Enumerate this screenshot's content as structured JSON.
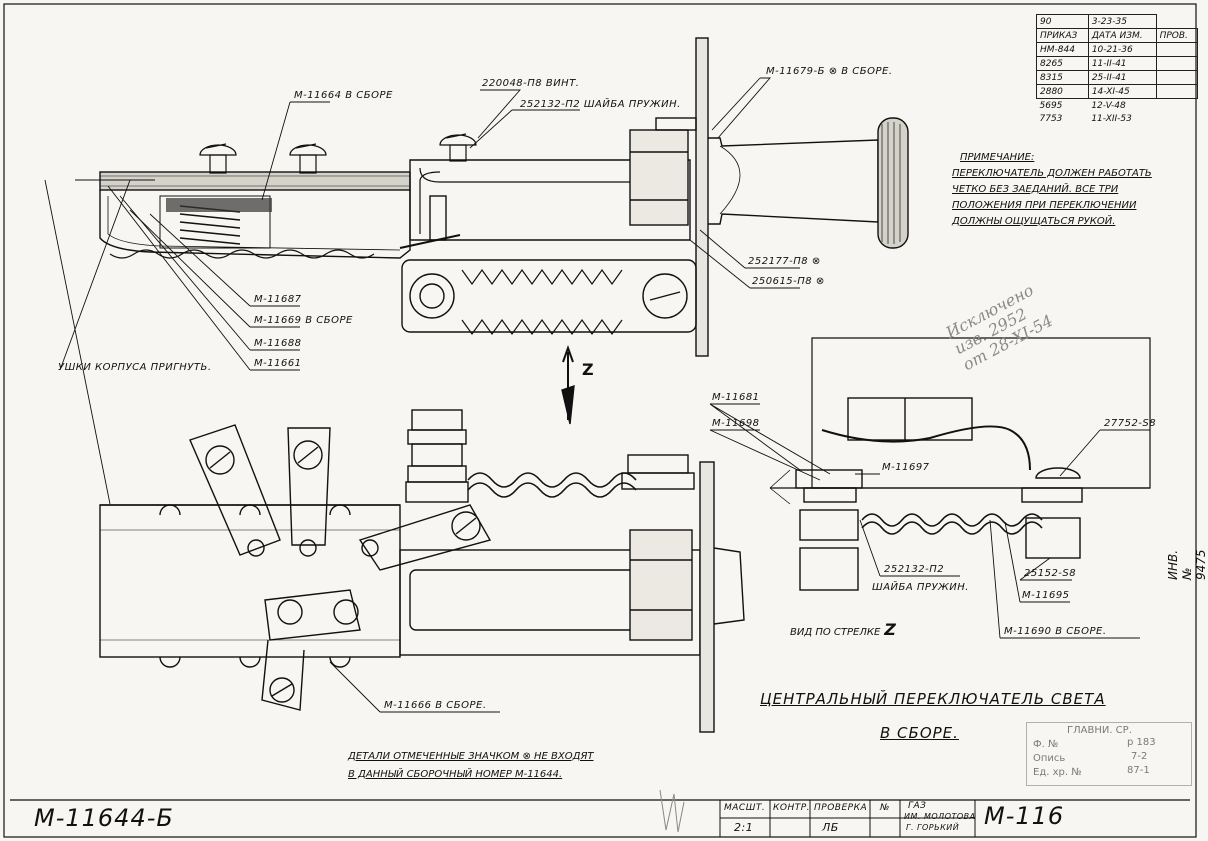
{
  "revisions": {
    "top_row": [
      "90",
      "3-23-35"
    ],
    "headers": [
      "ПРИКАЗ",
      "ДАТА ИЗМ.",
      "ПРОВ."
    ],
    "rows": [
      [
        "НМ-844",
        "10-21-36"
      ],
      [
        "8265",
        "11-II-41"
      ],
      [
        "8315",
        "25-II-41"
      ],
      [
        "2880",
        "14-XI-45"
      ],
      [
        "5695",
        "12-V-48"
      ],
      [
        "7753",
        "11-XII-53"
      ]
    ]
  },
  "note": {
    "heading": "ПРИМЕЧАНИЕ:",
    "lines": [
      "ПЕРЕКЛЮЧАТЕЛЬ ДОЛЖЕН РАБОТАТЬ",
      "ЧЕТКО БЕЗ ЗАЕДАНИЙ. ВСЕ ТРИ",
      "ПОЛОЖЕНИЯ ПРИ ПЕРЕКЛЮЧЕНИИ",
      "ДОЛЖНЫ ОЩУЩАТЬСЯ РУКОЙ."
    ]
  },
  "callouts": {
    "c_220048": "220048-П8 ВИНТ.",
    "c_252132_top": "252132-П2 ШАЙБА ПРУЖИН.",
    "c_m11679": "М-11679-Б ⊗ В СБОРЕ.",
    "c_m11664": "М-11664 В СБОРЕ",
    "c_252177": "252177-П8 ⊗",
    "c_250615": "250615-П8 ⊗",
    "c_m11687": "М-11687",
    "c_m11669": "М-11669 В СБОРЕ",
    "c_m11688": "М-11688",
    "c_m11661": "М-11661",
    "c_ushki": "УШКИ КОРПУСА ПРИГНУТЬ.",
    "c_m11681": "М-11681",
    "c_m11698": "М-11698",
    "c_m11697": "М-11697",
    "c_27752": "27752-S8",
    "c_252132_bottom": "252132-П2",
    "c_shayba": "ШАЙБА ПРУЖИН.",
    "c_25152": "25152-S8",
    "c_m11695": "М-11695",
    "c_m11690": "М-11690 В СБОРЕ.",
    "c_m11666": "М-11666 В СБОРЕ."
  },
  "view_arrow_letter": "Z",
  "view_label": "ВИД ПО СТРЕЛКЕ",
  "view_letter": "Z",
  "title": {
    "line1": "ЦЕНТРАЛЬНЫЙ ПЕРЕКЛЮЧАТЕЛЬ СВЕТА",
    "line2": "В СБОРЕ."
  },
  "footnote": {
    "line1": "ДЕТАЛИ ОТМЕЧЕННЫЕ ЗНАЧКОМ ⊗ НЕ ВХОДЯТ",
    "line2": "В ДАННЫЙ СБОРОЧНЫЙ НОМЕР М-11644."
  },
  "handwritten": {
    "line1": "Исключено",
    "line2": "изв. 2952",
    "line3": "от 28-XI-54"
  },
  "stamp": {
    "line1": "ГЛАВНИ. СР.",
    "line2": "Ф. №",
    "line2_val": "р 183",
    "line3": "Опись",
    "line3_val": "7-2",
    "line4": "Ед. хр. №",
    "line4_val": "87-1"
  },
  "inventory_number": "ИНВ. № 9475",
  "drawing_number_left": "М-11644-Б",
  "drawing_number_right": "М-116",
  "footer": {
    "masht_label": "МАСШТ.",
    "masht_value": "2:1",
    "kontr_label": "КОНТР.",
    "proverka_label": "ПРОВЕРКА",
    "proverka_value": "ЛБ",
    "num_label": "№",
    "sign1": "ГАЗ",
    "sign2": "ИМ. МОЛОТОВА",
    "sign3": "Г. ГОРЬКИЙ"
  }
}
